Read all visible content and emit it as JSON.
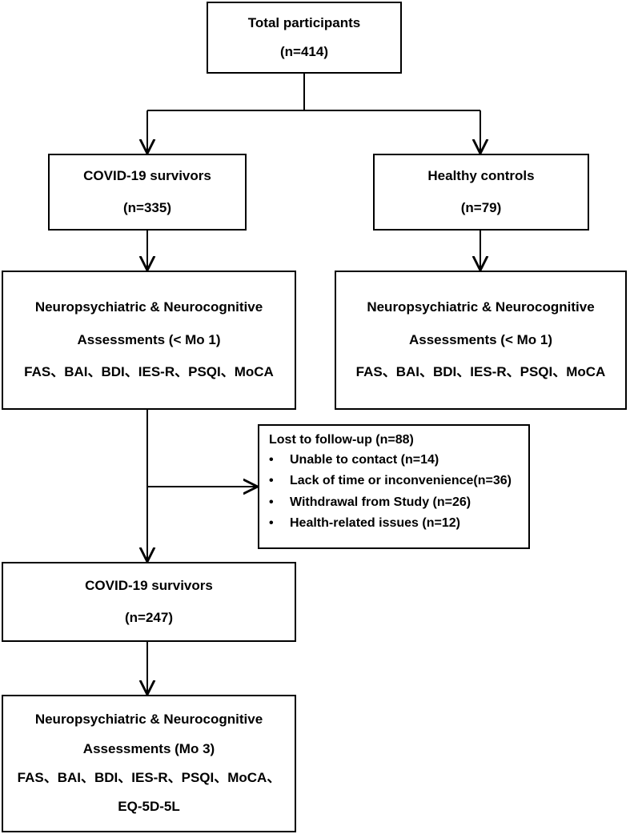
{
  "nodes": {
    "total": {
      "title": "Total participants",
      "count": "(n=414)"
    },
    "covid_baseline": {
      "title": "COVID-19 survivors",
      "count": "(n=335)"
    },
    "healthy": {
      "title": "Healthy controls",
      "count": "(n=79)"
    },
    "assess_covid_baseline": {
      "line1": "Neuropsychiatric & Neurocognitive",
      "line2": "Assessments (< Mo 1)",
      "line3": "FAS、BAI、BDI、IES-R、PSQI、MoCA"
    },
    "assess_healthy": {
      "line1": "Neuropsychiatric & Neurocognitive",
      "line2": "Assessments (< Mo 1)",
      "line3": "FAS、BAI、BDI、IES-R、PSQI、MoCA"
    },
    "lost": {
      "title": "Lost to follow-up (n=88)",
      "bullet": "•",
      "items": [
        "Unable to contact (n=14)",
        "Lack of time or inconvenience(n=36)",
        "Withdrawal from Study (n=26)",
        "Health-related issues (n=12)"
      ]
    },
    "covid_followup": {
      "title": "COVID-19 survivors",
      "count": "(n=247)"
    },
    "assess_followup": {
      "line1": "Neuropsychiatric & Neurocognitive",
      "line2": "Assessments (Mo 3)",
      "line3": "FAS、BAI、BDI、IES-R、PSQI、MoCA、",
      "line4": "EQ-5D-5L"
    }
  }
}
